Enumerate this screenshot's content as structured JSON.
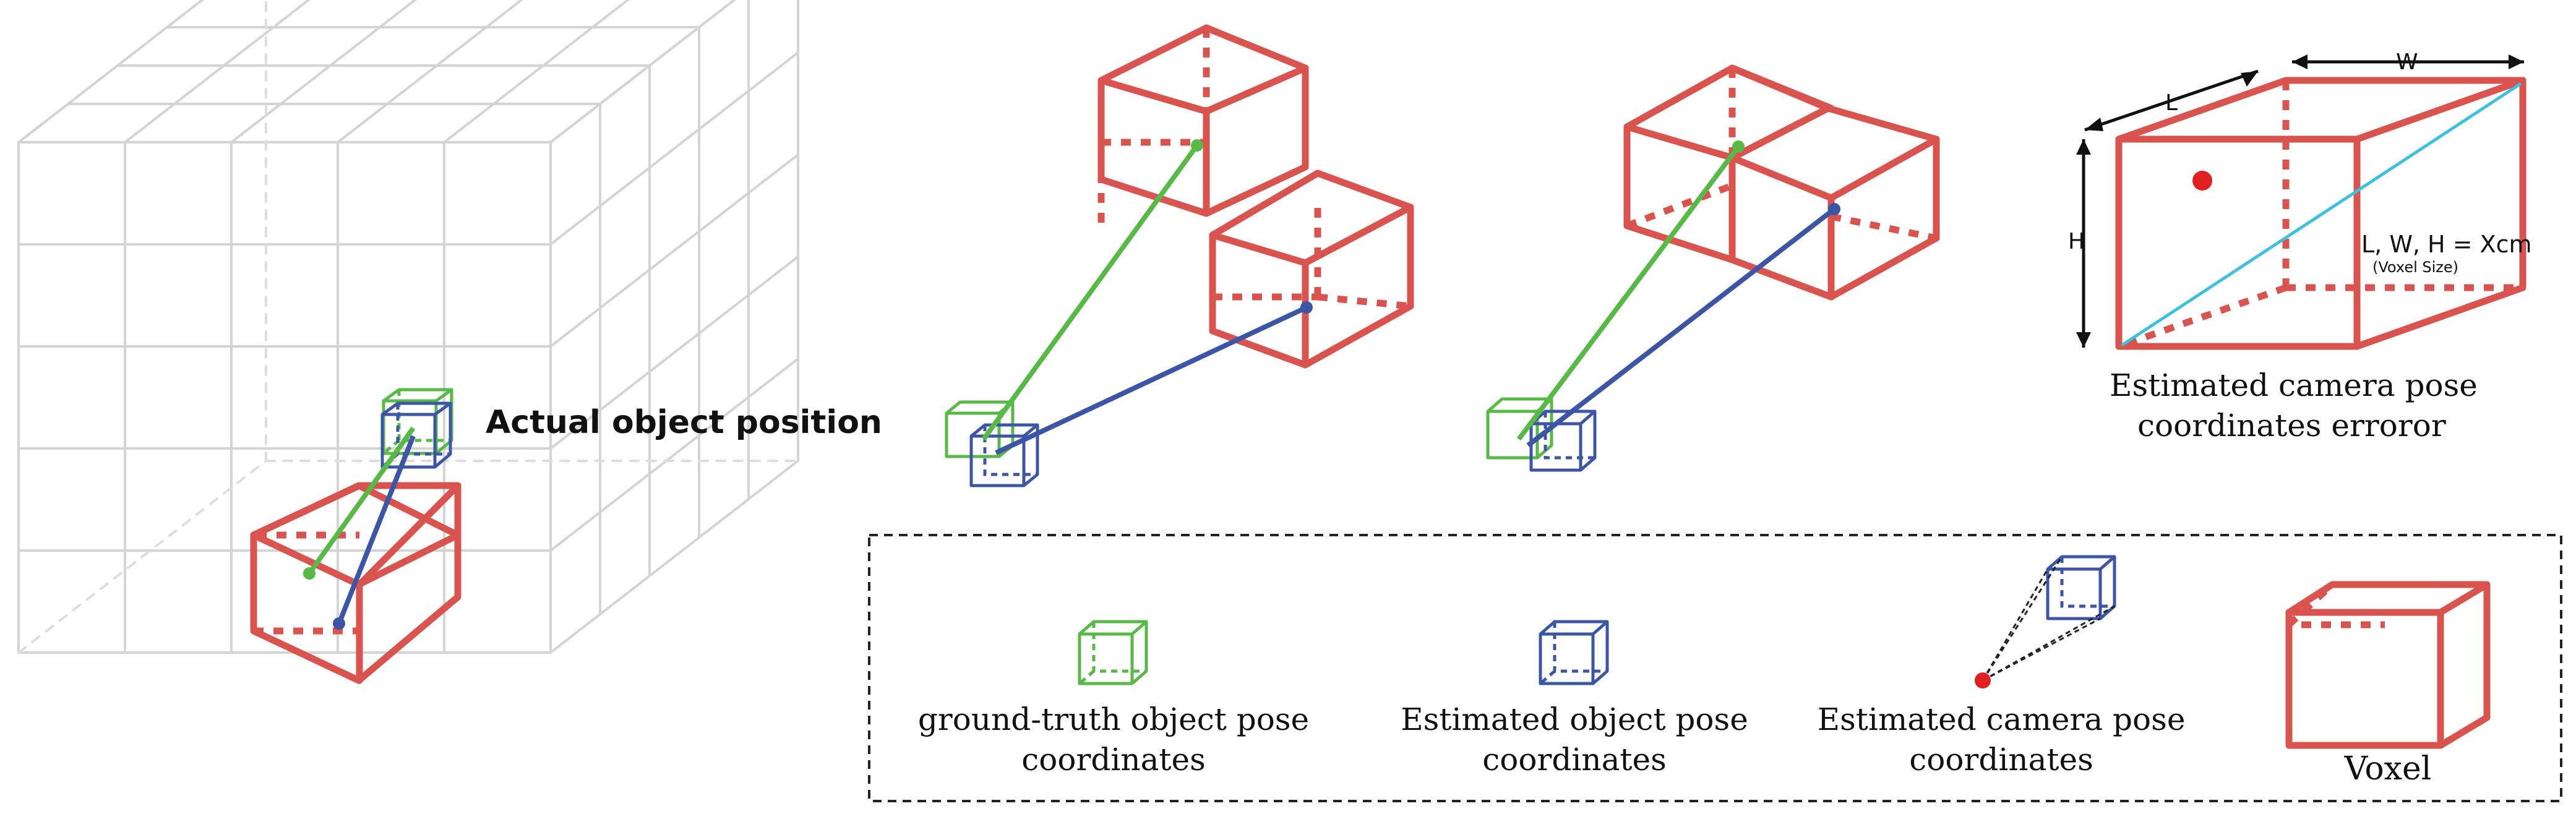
{
  "panel_label": "Actual object position",
  "error_panel": {
    "dim_l": "L",
    "dim_w": "W",
    "dim_h": "H",
    "size_formula": "L, W, H = Xcm",
    "size_note": "(Voxel Size)",
    "caption_line1": "Estimated camera pose",
    "caption_line2": "coordinates erroror"
  },
  "legend": {
    "items": [
      {
        "line1": "ground-truth object pose",
        "line2": "coordinates"
      },
      {
        "line1": "Estimated object pose",
        "line2": "coordinates"
      },
      {
        "line1": "Estimated camera pose",
        "line2": "coordinates"
      },
      {
        "line1": "Voxel",
        "line2": ""
      }
    ]
  },
  "colors": {
    "voxel": "#d9534f",
    "ground_truth": "#58b947",
    "estimated": "#3d55a5",
    "camera_dot": "#e02020",
    "diagonal": "#3fc0dd",
    "grid": "#d4d4d4"
  }
}
